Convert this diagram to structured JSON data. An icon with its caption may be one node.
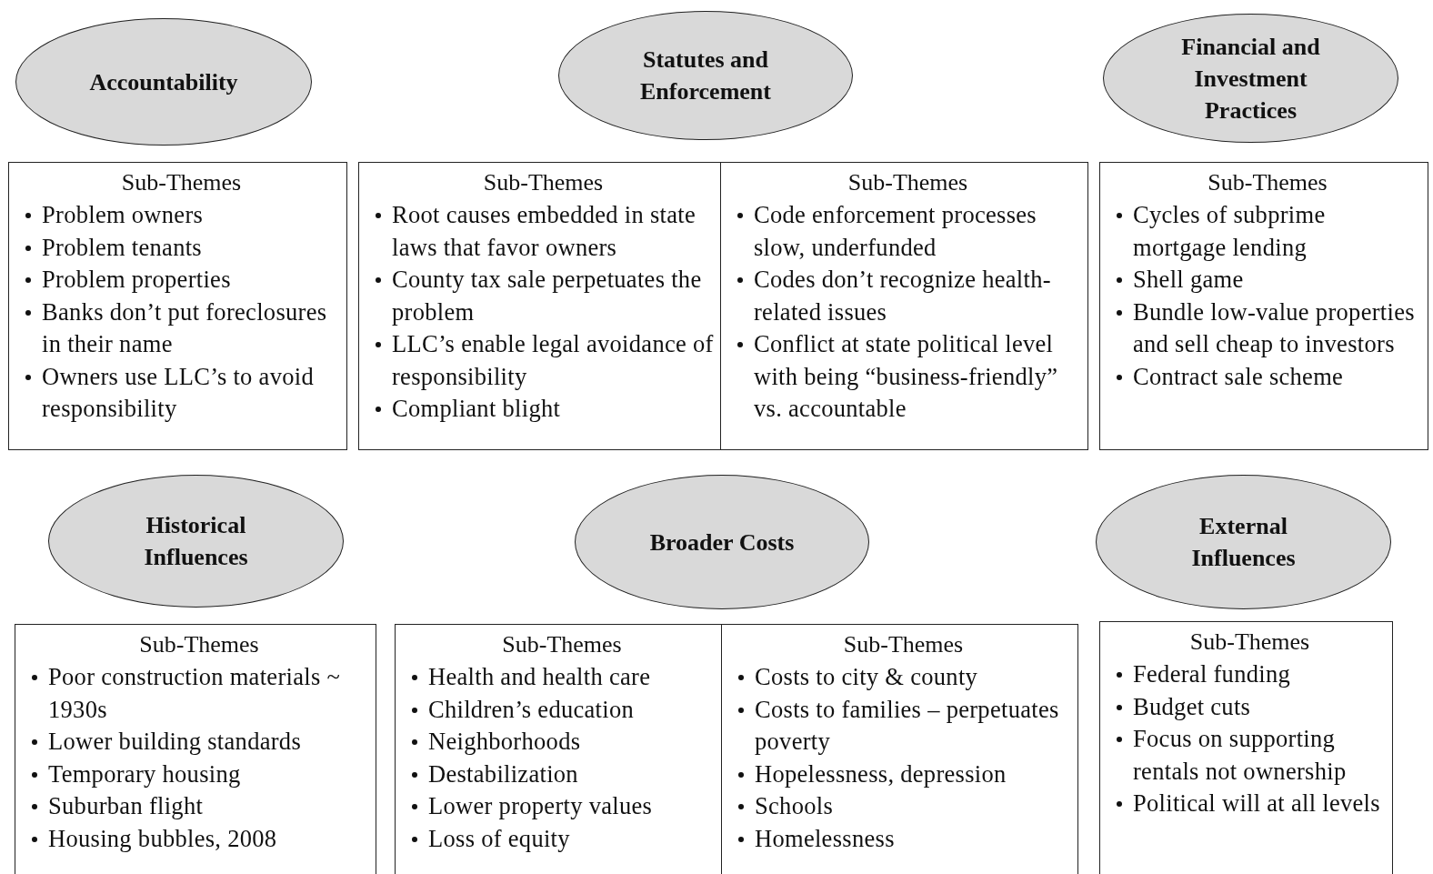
{
  "diagram": {
    "nodes": [
      {
        "text": [
          "Accountability"
        ]
      },
      {
        "text": [
          "Statutes and Enforcement"
        ]
      },
      {
        "text": [
          "Financial and Investment Practices"
        ]
      },
      {
        "text": [
          "Sub-Themes",
          "Problem owners",
          "Problem tenants",
          "Problem properties",
          "Banks don’t put foreclosures in their name",
          "Owners use LLC’s to avoid responsibility"
        ]
      },
      {
        "text": [
          "Sub-Themes",
          "Root causes embedded in state laws that favor owners",
          "County tax sale perpetuates the problem",
          "LLC’s enable legal avoidance of responsibility",
          "Compliant blight"
        ]
      },
      {
        "text": [
          "Sub-Themes",
          "Code enforcement processes slow, underfunded",
          "Codes don’t recognize health-related issues",
          "Conflict at state political level with being “business-friendly” vs. accountable"
        ]
      },
      {
        "text": [
          "Sub-Themes",
          "Cycles of subprime mortgage lending",
          "Shell game",
          "Bundle low-value properties and sell cheap to investors",
          "Contract sale scheme"
        ]
      },
      {
        "text": [
          "Historical Influences"
        ]
      },
      {
        "text": [
          "Broader Costs"
        ]
      },
      {
        "text": [
          "External Influences"
        ]
      },
      {
        "text": [
          "Sub-Themes",
          "Poor construction materials ~ 1930s",
          "Lower building standards",
          "Temporary housing",
          "Suburban flight",
          "Housing bubbles, 2008"
        ]
      },
      {
        "text": [
          "Sub-Themes",
          "Health and health care",
          "Children’s education",
          "Neighborhoods",
          "Destabilization",
          "Lower property values",
          "Loss of equity"
        ]
      },
      {
        "text": [
          "Sub-Themes",
          "Costs to city & county",
          "Costs to families – perpetuates poverty",
          "Hopelessness, depression",
          "Schools",
          "Homelessness"
        ]
      },
      {
        "text": [
          "Sub-Themes",
          "Federal funding",
          "Budget cuts",
          "Focus on supporting rentals not ownership",
          "Political will at all levels"
        ]
      }
    ]
  }
}
